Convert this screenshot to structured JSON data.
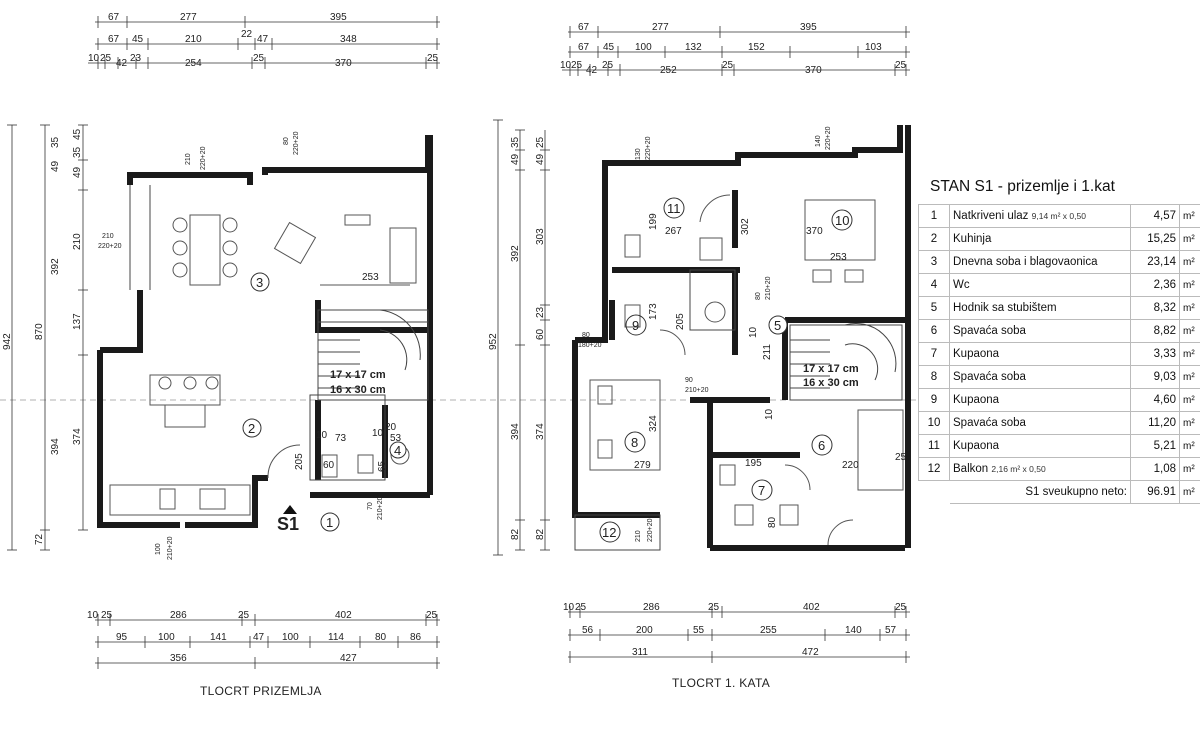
{
  "ground_floor": {
    "caption": "TLOCRT PRIZEMLJA",
    "top_dims": {
      "row1": [
        "67",
        "277",
        "395"
      ],
      "row2": [
        "67",
        "45",
        "210",
        "22",
        "47",
        "348"
      ],
      "row3": [
        "10",
        "25",
        "42",
        "23",
        "254",
        "25",
        "370",
        "25"
      ]
    },
    "bottom_dims": {
      "row1": [
        "10",
        "25",
        "286",
        "25",
        "402",
        "25"
      ],
      "row2": [
        "95",
        "100",
        "141",
        "47",
        "100",
        "114",
        "80",
        "86"
      ],
      "row3": [
        "356",
        "427"
      ]
    },
    "left_dims": {
      "outer": "942",
      "col2": [
        "870",
        "72"
      ],
      "col3a": [
        "35",
        "49",
        "392",
        "394"
      ],
      "col3b": [
        "45",
        "35",
        "49",
        "210",
        "137",
        "374"
      ]
    },
    "rooms": [
      "3",
      "2",
      "4",
      "1"
    ],
    "stair": {
      "line1": "17 x 17 cm",
      "line2": "16 x 30 cm"
    },
    "entrance_label": "S1",
    "dims_inside": [
      "253",
      "10",
      "73",
      "10",
      "53",
      "20",
      "60",
      "65",
      "205"
    ],
    "door_labels": [
      "210",
      "220+20",
      "80",
      "220+20",
      "210",
      "220+20",
      "100",
      "210+20",
      "70",
      "210+20"
    ]
  },
  "first_floor": {
    "caption": "TLOCRT 1. KATA",
    "top_dims": {
      "row1": [
        "67",
        "277",
        "395"
      ],
      "row2": [
        "67",
        "45",
        "100",
        "132",
        "152",
        "103"
      ],
      "row3": [
        "10",
        "25",
        "42",
        "25",
        "252",
        "25",
        "370",
        "25"
      ]
    },
    "bottom_dims": {
      "row1": [
        "10",
        "25",
        "286",
        "25",
        "402",
        "25"
      ],
      "row2": [
        "56",
        "200",
        "55",
        "255",
        "140",
        "57"
      ],
      "row3": [
        "311",
        "472"
      ]
    },
    "left_dims": {
      "outer": "952",
      "col2": [
        "35",
        "49",
        "392",
        "394",
        "82"
      ],
      "col3": [
        "25",
        "49",
        "303",
        "23",
        "60",
        "374",
        "82"
      ]
    },
    "rooms": [
      "11",
      "10",
      "9",
      "5",
      "8",
      "6",
      "7",
      "12"
    ],
    "stair": {
      "line1": "17 x 17 cm",
      "line2": "16 x 30 cm"
    },
    "dims_inside": [
      "199",
      "267",
      "302",
      "370",
      "253",
      "173",
      "211",
      "324",
      "279",
      "195",
      "220",
      "10",
      "10",
      "25",
      "205",
      "80"
    ],
    "door_labels": [
      "130",
      "220+20",
      "140",
      "220+20",
      "80",
      "180+20",
      "80",
      "210+20",
      "90",
      "210+20",
      "210",
      "220+20"
    ]
  },
  "schedule": {
    "title": "STAN S1 - prizemlje i 1.kat",
    "unit": "m²",
    "rows": [
      {
        "no": "1",
        "name": "Natkriveni ulaz",
        "note": "9,14 m² x 0,50",
        "area": "4,57"
      },
      {
        "no": "2",
        "name": "Kuhinja",
        "note": "",
        "area": "15,25"
      },
      {
        "no": "3",
        "name": "Dnevna soba i blagovaonica",
        "note": "",
        "area": "23,14"
      },
      {
        "no": "4",
        "name": "Wc",
        "note": "",
        "area": "2,36"
      },
      {
        "no": "5",
        "name": "Hodnik sa stubištem",
        "note": "",
        "area": "8,32"
      },
      {
        "no": "6",
        "name": "Spavaća soba",
        "note": "",
        "area": "8,82"
      },
      {
        "no": "7",
        "name": "Kupaona",
        "note": "",
        "area": "3,33"
      },
      {
        "no": "8",
        "name": "Spavaća soba",
        "note": "",
        "area": "9,03"
      },
      {
        "no": "9",
        "name": "Kupaona",
        "note": "",
        "area": "4,60"
      },
      {
        "no": "10",
        "name": "Spavaća soba",
        "note": "",
        "area": "11,20"
      },
      {
        "no": "11",
        "name": "Kupaona",
        "note": "",
        "area": "5,21"
      },
      {
        "no": "12",
        "name": "Balkon",
        "note": "2,16 m² x 0,50",
        "area": "1,08"
      }
    ],
    "total_label": "S1 sveukupno neto:",
    "total_value": "96.91"
  },
  "colors": {
    "wall": "#1a1a1a",
    "line": "#444444",
    "furniture": "#555555",
    "background": "#ffffff"
  }
}
